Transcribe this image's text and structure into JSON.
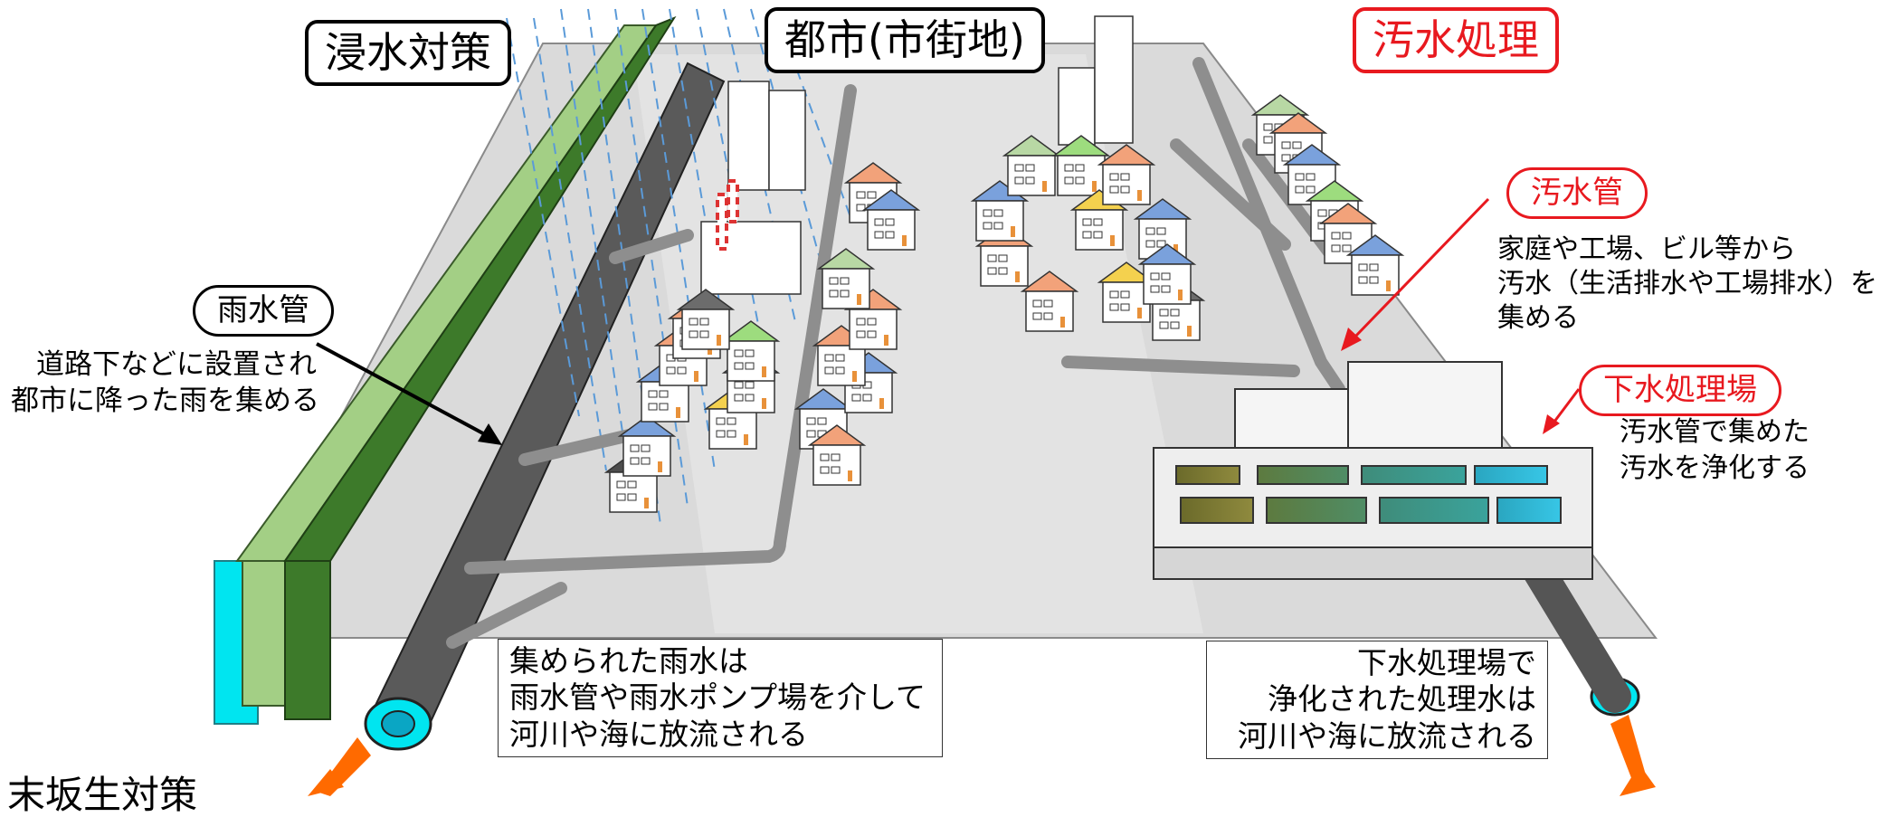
{
  "titles": {
    "flood": "浸水対策",
    "city": "都市(市街地)",
    "sewage": "汚水処理"
  },
  "rain_pipe": {
    "label": "雨水管",
    "desc_1": "道路下などに設置され",
    "desc_2": "都市に降った雨を集める"
  },
  "sewer_pipe": {
    "label": "汚水管",
    "desc_1": "家庭や工場、ビル等から",
    "desc_2": "汚水（生活排水や工場排水）を",
    "desc_3": "集める"
  },
  "plant": {
    "label": "下水処理場",
    "desc_1": "汚水管で集めた",
    "desc_2": "汚水を浄化する"
  },
  "rain_outflow": {
    "line_1": "集められた雨水は",
    "line_2": "雨水管や雨水ポンプ場を介して",
    "line_3": "河川や海に放流される"
  },
  "treated_outflow": {
    "line_1": "下水処理場で",
    "line_2": "浄化された処理水は",
    "line_3": "河川や海に放流される"
  },
  "cut_off_text": "末坂生対策",
  "colors": {
    "red_accent": "#e8191f",
    "outflow_arrow": "#ff6a00",
    "embankment": "#3d7a2a",
    "water": "#00e5f0",
    "ground": "#dadada"
  }
}
